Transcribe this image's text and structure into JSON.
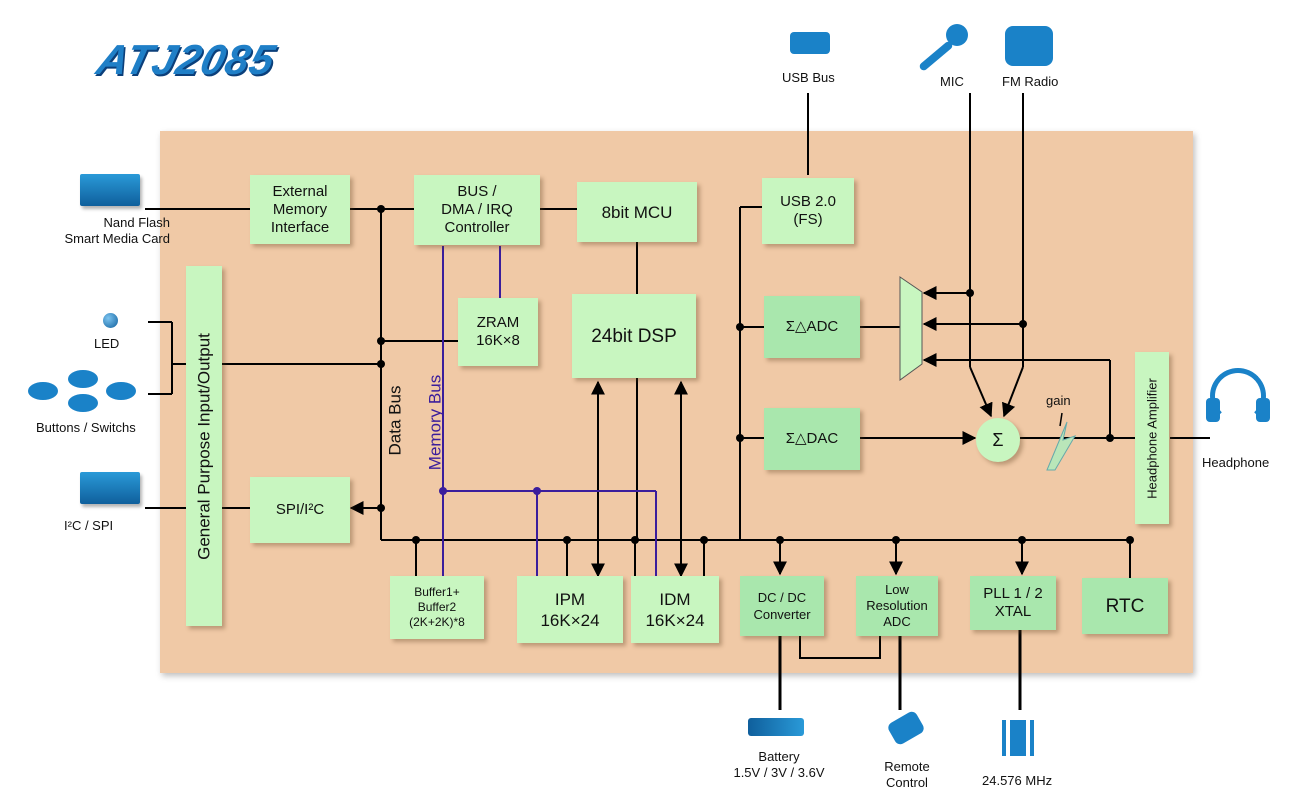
{
  "logo": "ATJ2085",
  "blocks": {
    "emi": [
      "External",
      "Memory",
      "Interface"
    ],
    "bus": [
      "BUS /",
      "DMA / IRQ",
      "Controller"
    ],
    "mcu": "8bit MCU",
    "usb": [
      "USB 2.0",
      "(FS)"
    ],
    "zram": [
      "ZRAM",
      "16K×8"
    ],
    "dsp": "24bit DSP",
    "adc": "Σ△ADC",
    "dac": "Σ△DAC",
    "gpio": "General Purpose Input/Output",
    "spi": "SPI/I²C",
    "buffer": [
      "Buffer1+",
      "Buffer2",
      "(2K+2K)*8"
    ],
    "ipm": [
      "IPM",
      "16K×24"
    ],
    "idm": [
      "IDM",
      "16K×24"
    ],
    "dcdc": [
      "DC / DC",
      "Converter"
    ],
    "lradc": [
      "Low",
      "Resolution",
      "ADC"
    ],
    "pll": [
      "PLL 1 / 2",
      "XTAL"
    ],
    "rtc": "RTC",
    "hpamp": "Headphone Amplifier",
    "sum": "Σ"
  },
  "labels": {
    "data_bus": "Data Bus",
    "memory_bus": "Memory Bus",
    "gain": "gain"
  },
  "external": {
    "nand": [
      "Nand Flash",
      "Smart Media Card"
    ],
    "led": "LED",
    "buttons": "Buttons / Switchs",
    "i2c": "I²C / SPI",
    "usb_bus": "USB Bus",
    "mic": "MIC",
    "fm": "FM Radio",
    "headphone": "Headphone",
    "battery": [
      "Battery",
      "1.5V / 3V / 3.6V"
    ],
    "remote": [
      "Remote",
      "Control"
    ],
    "crystal": "24.576 MHz"
  },
  "colors": {
    "panel": "#f0c9a6",
    "block": "#c8f6c0",
    "block_dark": "#a9e7ad",
    "memory_bus": "#3a1d9c",
    "device_blue": "#1a82c8"
  },
  "icons": [
    "nand-chip-icon",
    "led-icon",
    "buttons-icon",
    "i2c-chip-icon",
    "usb-plug-icon",
    "microphone-icon",
    "fm-radio-icon",
    "headphone-icon",
    "battery-icon",
    "remote-control-icon",
    "crystal-icon"
  ]
}
